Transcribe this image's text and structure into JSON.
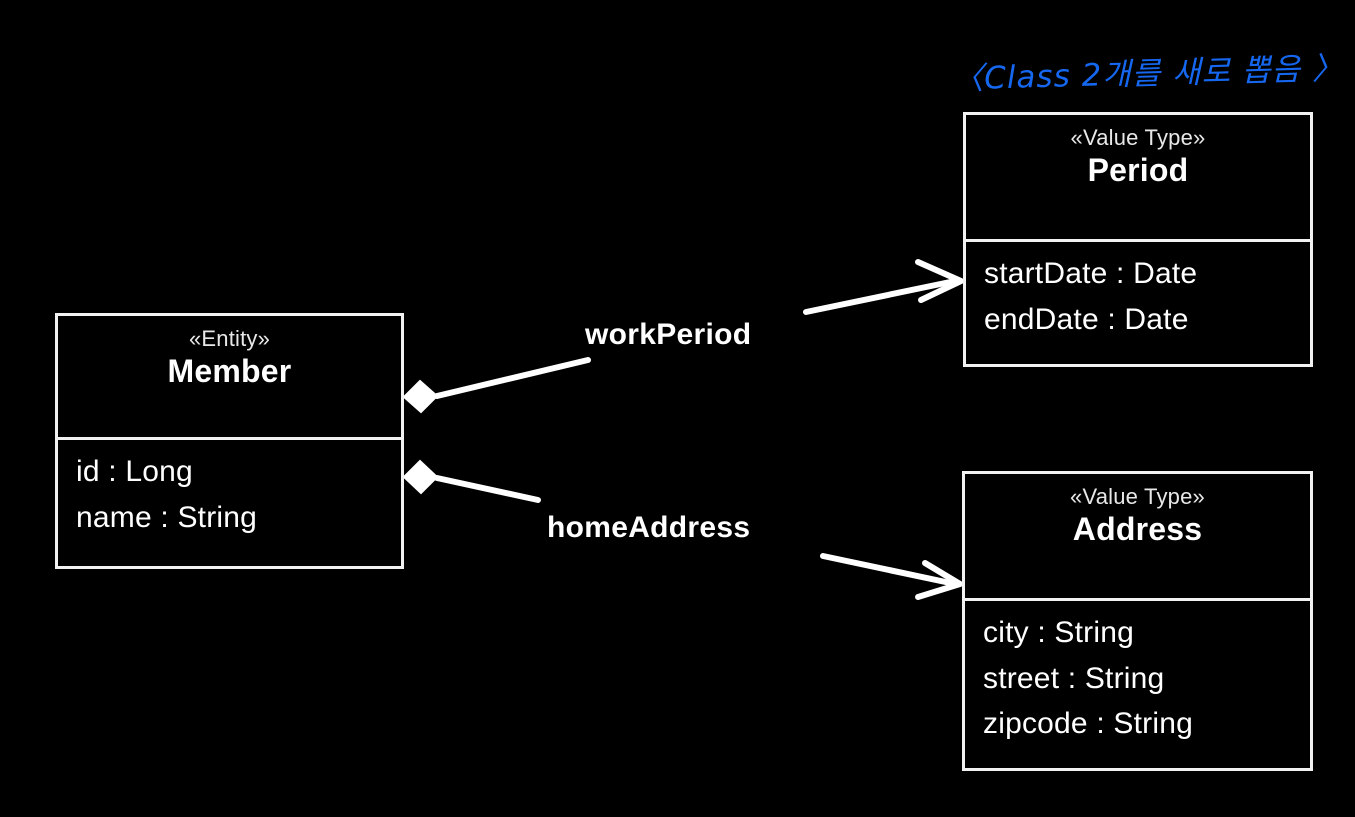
{
  "annotation": {
    "text": "〈Class 2개를  새로 뽑음 〉",
    "color": "#1667f0"
  },
  "diagram": {
    "type": "uml-class-diagram",
    "background": "#000000",
    "line_color": "#ffffff",
    "classes": [
      {
        "id": "member",
        "stereotype": "«Entity»",
        "name": "Member",
        "attributes": [
          "id : Long",
          "name : String"
        ]
      },
      {
        "id": "period",
        "stereotype": "«Value Type»",
        "name": "Period",
        "attributes": [
          "startDate : Date",
          "endDate : Date"
        ]
      },
      {
        "id": "address",
        "stereotype": "«Value Type»",
        "name": "Address",
        "attributes": [
          "city : String",
          "street : String",
          "zipcode : String"
        ]
      }
    ],
    "associations": [
      {
        "id": "work-period",
        "label": "workPeriod",
        "from": "member",
        "to": "period",
        "source_decoration": "filled-diamond",
        "target_decoration": "open-arrow"
      },
      {
        "id": "home-address",
        "label": "homeAddress",
        "from": "member",
        "to": "address",
        "source_decoration": "filled-diamond",
        "target_decoration": "open-arrow"
      }
    ]
  }
}
